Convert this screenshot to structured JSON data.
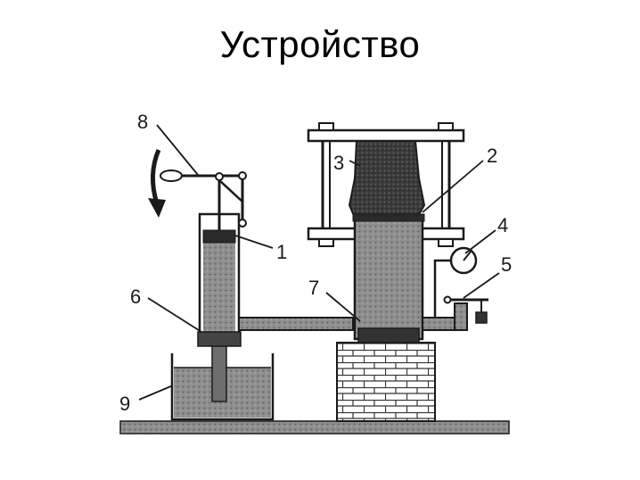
{
  "title": "Устройство",
  "labels": {
    "l1": "1",
    "l2": "2",
    "l3": "3",
    "l4": "4",
    "l5": "5",
    "l6": "6",
    "l7": "7",
    "l8": "8",
    "l9": "9"
  },
  "colors": {
    "ink": "#1a1a1a",
    "fill_dark": "#555555",
    "fill_mid": "#8a8a8a",
    "fill_light": "#b5b5b5",
    "background": "#ffffff"
  }
}
